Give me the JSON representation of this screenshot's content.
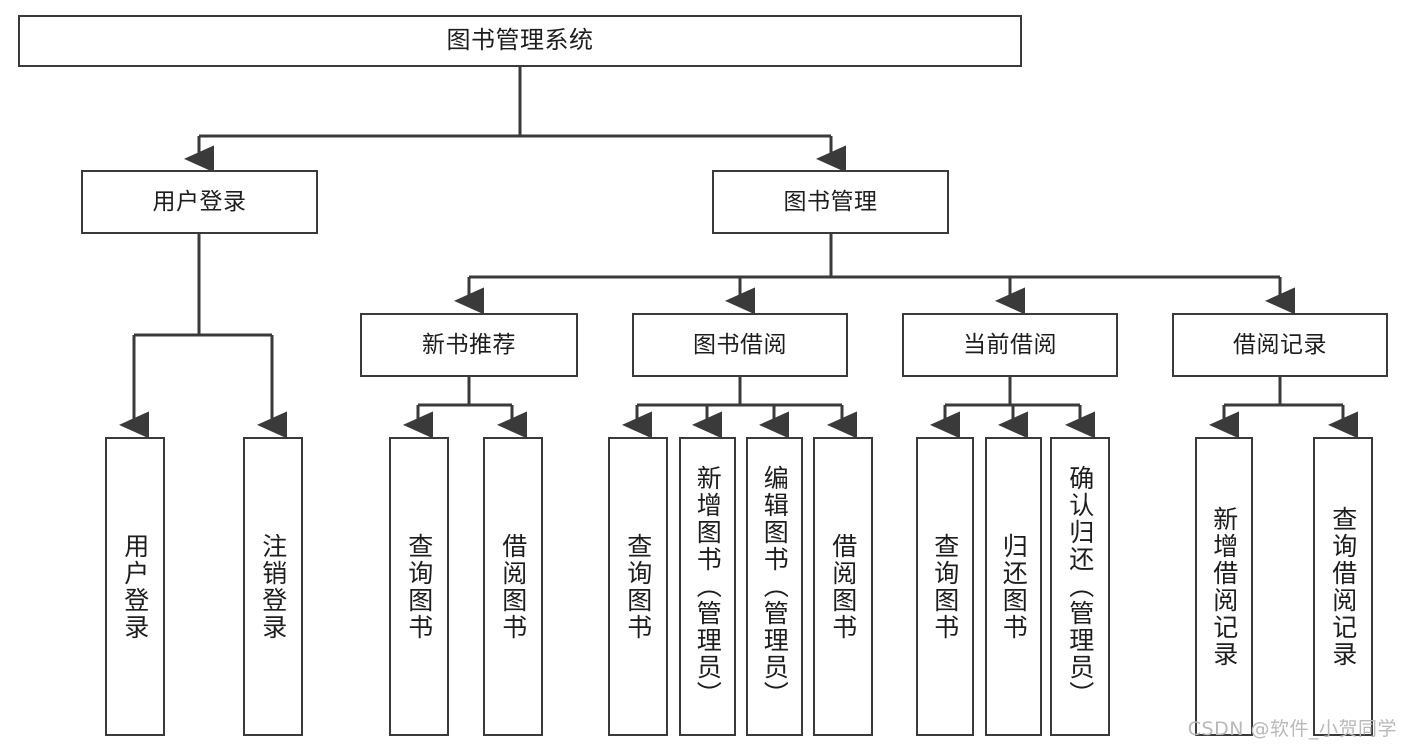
{
  "diagram": {
    "title": "图书管理系统",
    "type": "functional-decomposition-tree",
    "root": {
      "id": "root",
      "label": "图书管理系统"
    },
    "level2": [
      {
        "id": "user-login",
        "label": "用户登录"
      },
      {
        "id": "book-management",
        "label": "图书管理"
      }
    ],
    "level3": [
      {
        "id": "new-book-recommend",
        "label": "新书推荐"
      },
      {
        "id": "book-borrow",
        "label": "图书借阅"
      },
      {
        "id": "current-borrow",
        "label": "当前借阅"
      },
      {
        "id": "borrow-record",
        "label": "借阅记录"
      }
    ],
    "leaves": [
      {
        "id": "leaf-user-login",
        "label": "用户登录",
        "parent": "user-login"
      },
      {
        "id": "leaf-logout-login",
        "label": "注销登录",
        "parent": "user-login"
      },
      {
        "id": "leaf-query-book-1",
        "label": "查询图书",
        "parent": "new-book-recommend"
      },
      {
        "id": "leaf-borrow-book-1",
        "label": "借阅图书",
        "parent": "new-book-recommend"
      },
      {
        "id": "leaf-query-book-2",
        "label": "查询图书",
        "parent": "book-borrow"
      },
      {
        "id": "leaf-add-book",
        "label": "新增图书（管理员）",
        "parent": "book-borrow"
      },
      {
        "id": "leaf-edit-book",
        "label": "编辑图书（管理员）",
        "parent": "book-borrow"
      },
      {
        "id": "leaf-borrow-book-2",
        "label": "借阅图书",
        "parent": "book-borrow"
      },
      {
        "id": "leaf-query-book-3",
        "label": "查询图书",
        "parent": "current-borrow"
      },
      {
        "id": "leaf-return-book",
        "label": "归还图书",
        "parent": "current-borrow"
      },
      {
        "id": "leaf-confirm-return",
        "label": "确认归还（管理员）",
        "parent": "current-borrow"
      },
      {
        "id": "leaf-add-record",
        "label": "新增借阅记录",
        "parent": "borrow-record"
      },
      {
        "id": "leaf-query-record",
        "label": "查询借阅记录",
        "parent": "borrow-record"
      }
    ],
    "colors": {
      "border": "#3a3a3a",
      "background": "#ffffff",
      "text": "#1d1d1d",
      "watermark": "#b9b9b9"
    }
  },
  "watermark": {
    "text": "CSDN @软件_小贺同学"
  }
}
